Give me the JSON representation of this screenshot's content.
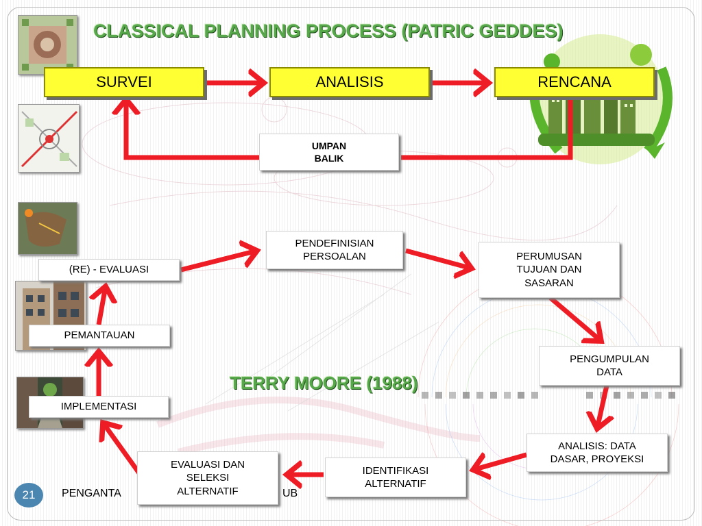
{
  "title": "CLASSICAL PLANNING PROCESS (PATRIC GEDDES)",
  "subtitle": "TERRY MOORE (1988)",
  "geddes": {
    "survei": "SURVEI",
    "analisis": "ANALISIS",
    "rencana": "RENCANA",
    "umpan_balik_1": "UMPAN",
    "umpan_balik_2": "BALIK"
  },
  "moore": {
    "pendefinisian_1": "PENDEFINISIAN",
    "pendefinisian_2": "PERSOALAN",
    "perumusan_1": "PERUMUSAN",
    "perumusan_2": "TUJUAN DAN",
    "perumusan_3": "SASARAN",
    "pengumpulan_1": "PENGUMPULAN",
    "pengumpulan_2": "DATA",
    "analisis_data_1": "ANALISIS: DATA",
    "analisis_data_2": "DASAR, PROYEKSI",
    "identifikasi_1": "IDENTIFIKASI",
    "identifikasi_2": "ALTERNATIF",
    "evaluasi_seleksi_1": "EVALUASI DAN",
    "evaluasi_seleksi_2": "SELEKSI",
    "evaluasi_seleksi_3": "ALTERNATIF",
    "implementasi": "IMPLEMENTASI",
    "pemantauan": "PEMANTAUAN",
    "re_evaluasi": "(RE) - EVALUASI"
  },
  "footer": {
    "slide_number": "21",
    "left_text": "PENGANTA",
    "right_text": "UB"
  },
  "colors": {
    "title_green": "#57a84a",
    "box_yellow": "#ffff33",
    "arrow_red": "#ee1c24",
    "slide_num_blue": "#4a86b0"
  }
}
